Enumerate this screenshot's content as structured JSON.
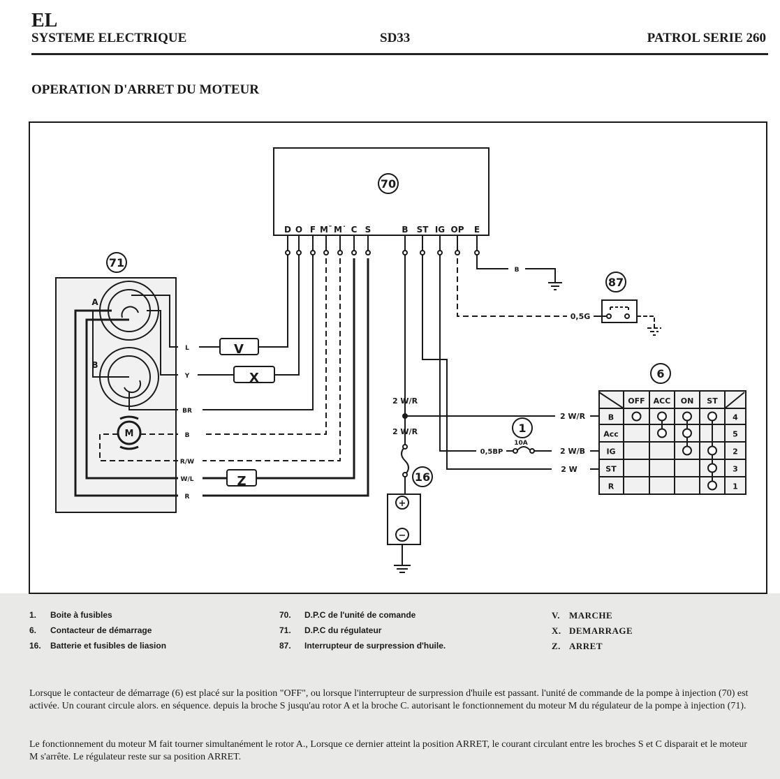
{
  "header": {
    "section_code": "EL",
    "section_title": "SYSTEME ELECTRIQUE",
    "engine": "SD33",
    "model": "PATROL SERIE 260"
  },
  "page_title": "OPERATION D'ARRET DU MOTEUR",
  "diagram": {
    "ecu": {
      "ref": "70",
      "pins": [
        "D",
        "O",
        "F",
        "M-",
        "M+",
        "C",
        "S",
        "B",
        "ST",
        "IG",
        "OP",
        "E"
      ]
    },
    "regulator": {
      "ref": "71",
      "rotor_a": "A",
      "rotor_b": "B",
      "motor": "M",
      "wires": [
        "L",
        "Y",
        "BR",
        "B",
        "R/W",
        "W/L",
        "R"
      ]
    },
    "boxes": [
      "V",
      "X",
      "Z"
    ],
    "oil_switch": {
      "ref": "87",
      "wire": "0,5G"
    },
    "ground_wire": "B",
    "battery": {
      "ref": "16",
      "plus": "+",
      "minus": "−",
      "wire_top": "2 W/R",
      "wire_bottom": "2 W/R"
    },
    "fuse": {
      "ref": "1",
      "rating": "10A",
      "wire_in": "0,5BP"
    },
    "switch_wires": {
      "b": "2 W/R",
      "ig": "2 W/B",
      "st": "2  W"
    },
    "ignition_switch": {
      "ref": "6",
      "columns": [
        "OFF",
        "ACC",
        "ON",
        "ST"
      ],
      "rows": [
        {
          "label": "B",
          "pin": "4",
          "contacts": [
            1,
            1,
            1,
            1
          ]
        },
        {
          "label": "Acc",
          "pin": "5",
          "contacts": [
            0,
            1,
            1,
            0
          ]
        },
        {
          "label": "IG",
          "pin": "2",
          "contacts": [
            0,
            0,
            1,
            1
          ]
        },
        {
          "label": "ST",
          "pin": "3",
          "contacts": [
            0,
            0,
            0,
            1
          ]
        },
        {
          "label": "R",
          "pin": "1",
          "contacts": [
            0,
            0,
            0,
            1
          ]
        }
      ]
    }
  },
  "legend": {
    "col1": [
      {
        "num": "1.",
        "text": "Boite à fusibles"
      },
      {
        "num": "6.",
        "text": "Contacteur de démarrage"
      },
      {
        "num": "16.",
        "text": "Batterie et fusibles de liasion"
      }
    ],
    "col2": [
      {
        "num": "70.",
        "text": "D.P.C de l'unité de comande"
      },
      {
        "num": "71.",
        "text": "D.P.C du régulateur"
      },
      {
        "num": "87.",
        "text": "Interrupteur de surpression d'huile."
      }
    ],
    "col3": [
      {
        "num": "V.",
        "text": "MARCHE"
      },
      {
        "num": "X.",
        "text": "DEMARRAGE"
      },
      {
        "num": "Z.",
        "text": "ARRET"
      }
    ]
  },
  "paragraphs": [
    "Lorsque le contacteur de démarrage (6) est placé sur la position \"OFF\", ou lorsque l'interrupteur de surpression d'huile est passant. l'unité de commande de la pompe à injection (70) est activée. Un courant circule alors. en séquence. depuis la broche S jusqu'au rotor A et la broche C. autorisant le fonctionnement du moteur M du régulateur de la pompe à injection (71).",
    "Le fonctionnement du moteur M fait tourner simultanément le rotor A., Lorsque ce dernier atteint la position ARRET, le courant circulant entre les broches S et C disparait et le moteur M s'arrête. Le régulateur reste sur sa position ARRET."
  ]
}
